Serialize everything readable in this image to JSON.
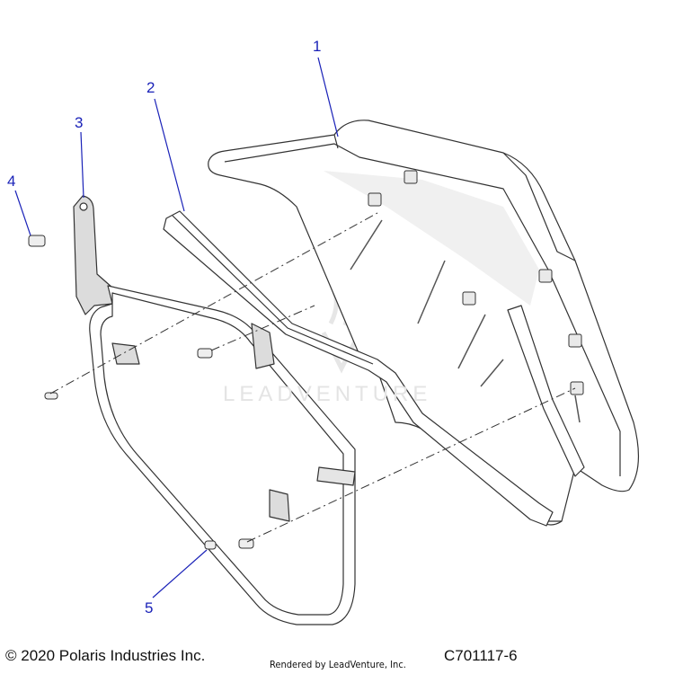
{
  "callouts": [
    {
      "label": "1",
      "part": "roof-frame-panel"
    },
    {
      "label": "2",
      "part": "seal-strip"
    },
    {
      "label": "3",
      "part": "tube-bracket-assembly"
    },
    {
      "label": "4",
      "part": "bolt"
    },
    {
      "label": "5",
      "part": "screw"
    }
  ],
  "footer": {
    "copyright": "© 2020 Polaris Industries Inc.",
    "drawing_number": "C701117-6",
    "rendered_by": "Rendered by LeadVenture, Inc."
  },
  "watermark": {
    "text": "LEADVENTURE"
  },
  "colors": {
    "callout": "#1a22b8",
    "line": "#333333",
    "part_fill": "#ffffff",
    "shade": "#d9d9d9"
  }
}
